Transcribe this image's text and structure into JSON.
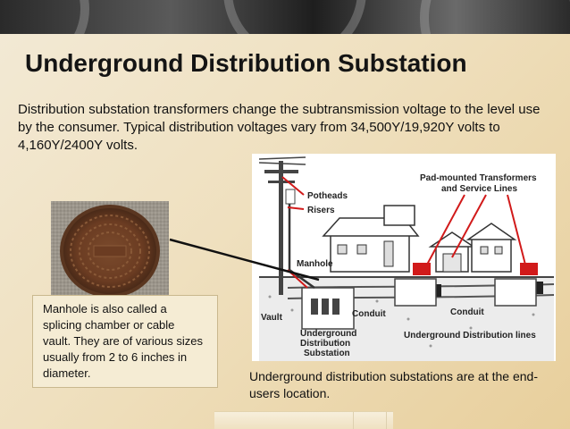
{
  "slide": {
    "title": "Underground Distribution Substation",
    "intro": "Distribution substation transformers change the subtransmission voltage to the level use by the consumer. Typical distribution voltages vary from 34,500Y/19,920Y volts to 4,160Y/2400Y volts.",
    "manhole_note": "Manhole is also called a splicing chamber or cable vault. They are of various sizes usually from 2 to 6 inches in diameter.",
    "caption": "Underground distribution substations are at the end-users location."
  },
  "diagram": {
    "potheads": "Potheads",
    "risers": "Risers",
    "pad_mounted": "Pad-mounted Transformers",
    "service_lines": "and Service Lines",
    "manhole": "Manhole",
    "vault": "Vault",
    "conduit_1": "Conduit",
    "conduit_2": "Conduit",
    "ug_substation_1": "Underground",
    "ug_substation_2": "Distribution",
    "ug_substation_3": "Substation",
    "ug_lines": "Underground Distribution lines"
  },
  "colors": {
    "accent_red": "#d11a1a",
    "title": "#141414"
  }
}
